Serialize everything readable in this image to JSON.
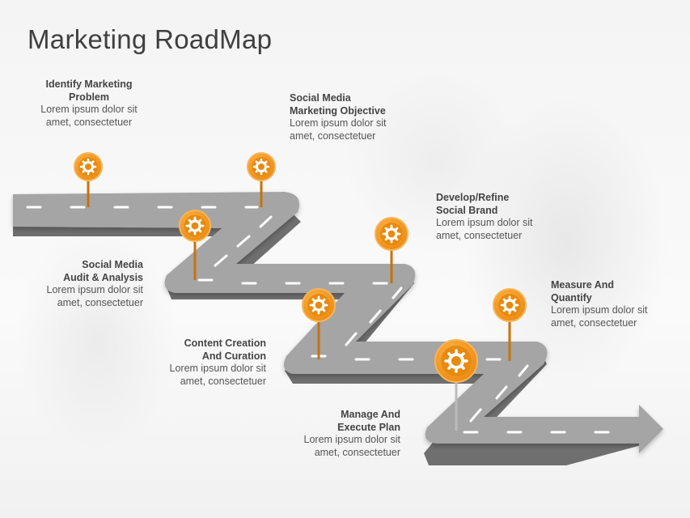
{
  "title": "Marketing RoadMap",
  "steps": [
    {
      "heading_line1": "Identify Marketing",
      "heading_line2": "Problem",
      "body_line1": "Lorem ipsum dolor sit",
      "body_line2": "amet, consectetuer"
    },
    {
      "heading_line1": "Social Media",
      "heading_line2": "Marketing Objective",
      "body_line1": "Lorem ipsum dolor sit",
      "body_line2": "amet, consectetuer"
    },
    {
      "heading_line1": "Social Media",
      "heading_line2": "Audit & Analysis",
      "body_line1": "Lorem ipsum dolor sit",
      "body_line2": "amet, consectetuer"
    },
    {
      "heading_line1": "Develop/Refine",
      "heading_line2": "Social Brand",
      "body_line1": "Lorem ipsum dolor sit",
      "body_line2": "amet, consectetuer"
    },
    {
      "heading_line1": "Content Creation",
      "heading_line2": "And Curation",
      "body_line1": "Lorem ipsum dolor sit",
      "body_line2": "amet, consectetuer"
    },
    {
      "heading_line1": "Measure And",
      "heading_line2": "Quantify",
      "body_line1": "Lorem ipsum dolor sit",
      "body_line2": "amet, consectetuer"
    },
    {
      "heading_line1": "Manage And",
      "heading_line2": "Execute Plan",
      "body_line1": "Lorem ipsum dolor sit",
      "body_line2": "amet, consectetuer"
    }
  ],
  "colors": {
    "road": "#a4a4a4",
    "road_side": "#6e6e6e",
    "pin_outer": "#f0961e",
    "pin_inner": "#d97800",
    "stem": "#c8720a"
  },
  "icons": {
    "pin": "gear-icon"
  }
}
